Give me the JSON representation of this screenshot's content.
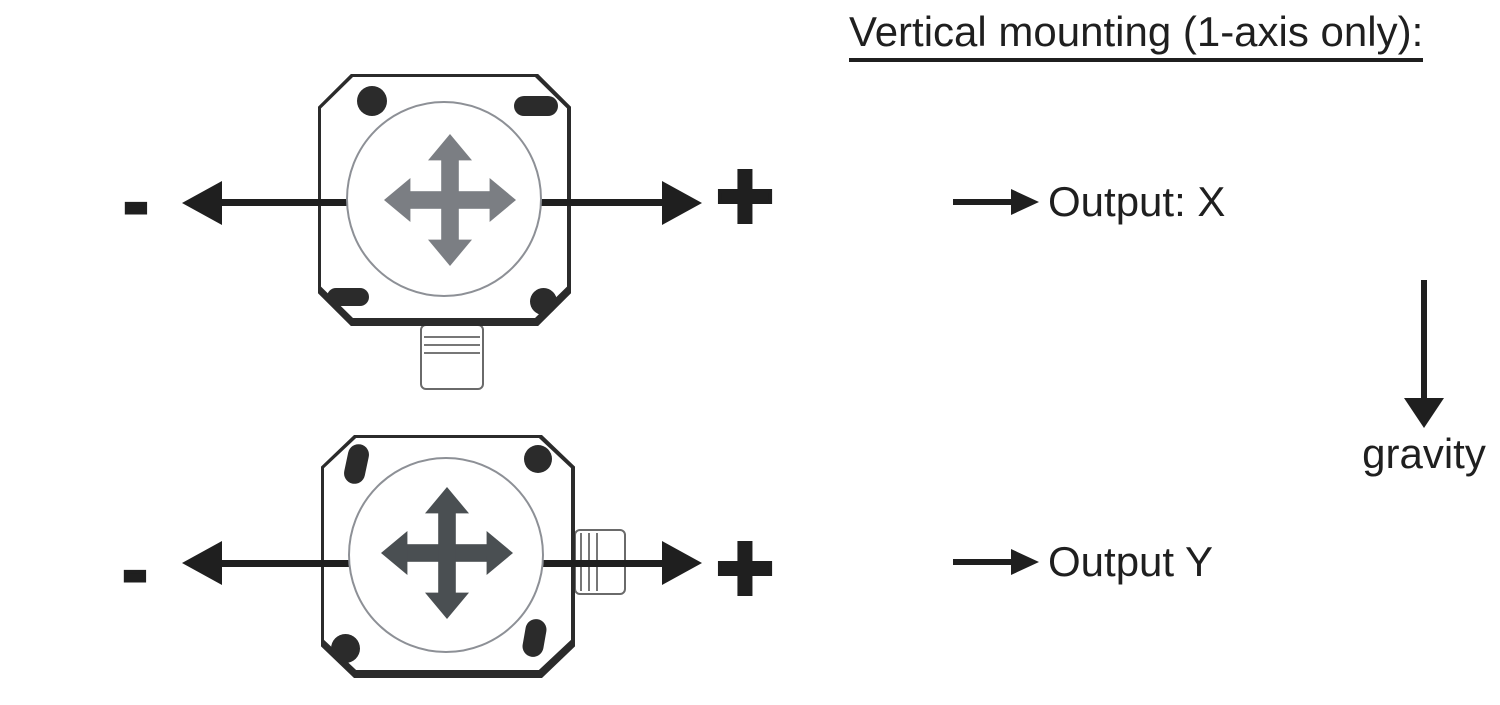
{
  "title": "Vertical mounting (1-axis only):",
  "annotations": {
    "output_x": "Output: X",
    "output_y": "Output Y",
    "gravity": "gravity"
  },
  "sensor_x": {
    "negative_label": "-",
    "positive_label": "+"
  },
  "sensor_y": {
    "negative_label": "-",
    "positive_label": "+"
  },
  "icons": {
    "four_way_arrow": "gray 4-way directional cross arrow on sensor face",
    "left_arrowhead": "solid black triangle pointing left (negative direction)",
    "right_arrowhead": "solid black triangle pointing right (positive direction)",
    "down_arrow": "solid black arrow pointing down (gravity direction)"
  },
  "colors": {
    "ink": "#1f1f1f",
    "cross_x": "#7b7e83",
    "cross_y": "#4a4f52",
    "device_outline": "#2b2b2b",
    "face_outline": "#8d9096"
  }
}
